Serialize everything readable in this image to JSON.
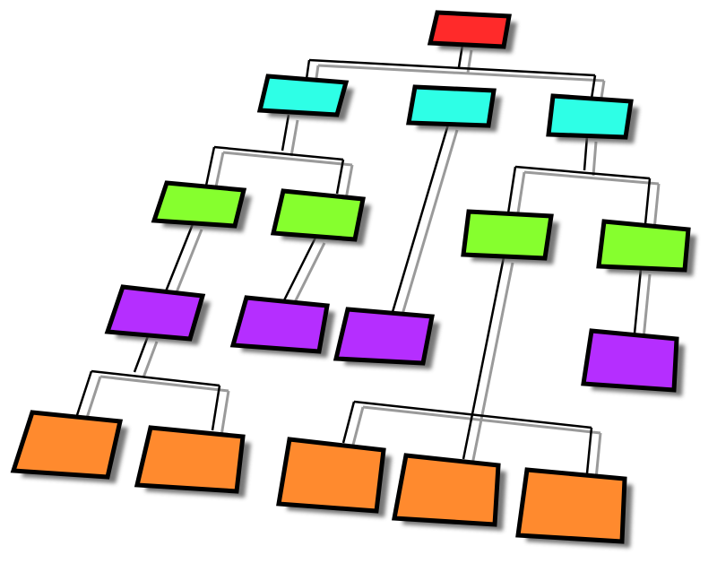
{
  "diagram": {
    "type": "hierarchy-tree",
    "colors": {
      "level0": "#ff2a2a",
      "level1": "#2effe6",
      "level2": "#86ff2e",
      "level3": "#b52eff",
      "level4": "#ff8a2e",
      "outline": "#000000",
      "shadow": "#9a9a9a"
    },
    "nodes": [
      {
        "id": "root",
        "level": 0,
        "parent": null
      },
      {
        "id": "c1",
        "level": 1,
        "parent": "root"
      },
      {
        "id": "c2",
        "level": 1,
        "parent": "root"
      },
      {
        "id": "c3",
        "level": 1,
        "parent": "root"
      },
      {
        "id": "g1",
        "level": 2,
        "parent": "c1"
      },
      {
        "id": "g2",
        "level": 2,
        "parent": "c1"
      },
      {
        "id": "g3",
        "level": 2,
        "parent": "c3"
      },
      {
        "id": "g4",
        "level": 2,
        "parent": "c3"
      },
      {
        "id": "p1",
        "level": 3,
        "parent": "g1"
      },
      {
        "id": "p2",
        "level": 3,
        "parent": "g2"
      },
      {
        "id": "p3",
        "level": 3,
        "parent": "c2"
      },
      {
        "id": "p4",
        "level": 3,
        "parent": "g4"
      },
      {
        "id": "o1",
        "level": 4,
        "parent": "p1"
      },
      {
        "id": "o2",
        "level": 4,
        "parent": "p1"
      },
      {
        "id": "o3",
        "level": 4,
        "parent": "g3"
      },
      {
        "id": "o4",
        "level": 4,
        "parent": "g3"
      },
      {
        "id": "o5",
        "level": 4,
        "parent": "g3"
      }
    ]
  }
}
